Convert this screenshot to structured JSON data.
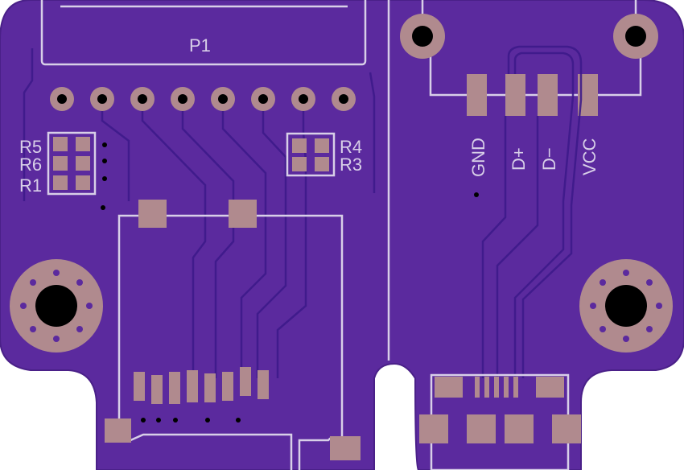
{
  "board": {
    "colors": {
      "background": "#ffffff",
      "substrate": "#5b2a9e",
      "substrate_edge": "#4a2088",
      "silkscreen": "#d8cfe8",
      "copper_pad": "#b08a8e",
      "trace": "#3d1a8a",
      "drill": "#000000"
    }
  },
  "labels": {
    "p1": "P1",
    "r5": "R5",
    "r6": "R6",
    "r1": "R1",
    "r4": "R4",
    "r3": "R3",
    "gnd": "GND",
    "dplus": "D+",
    "dminus": "D−",
    "vcc": "VCC"
  }
}
